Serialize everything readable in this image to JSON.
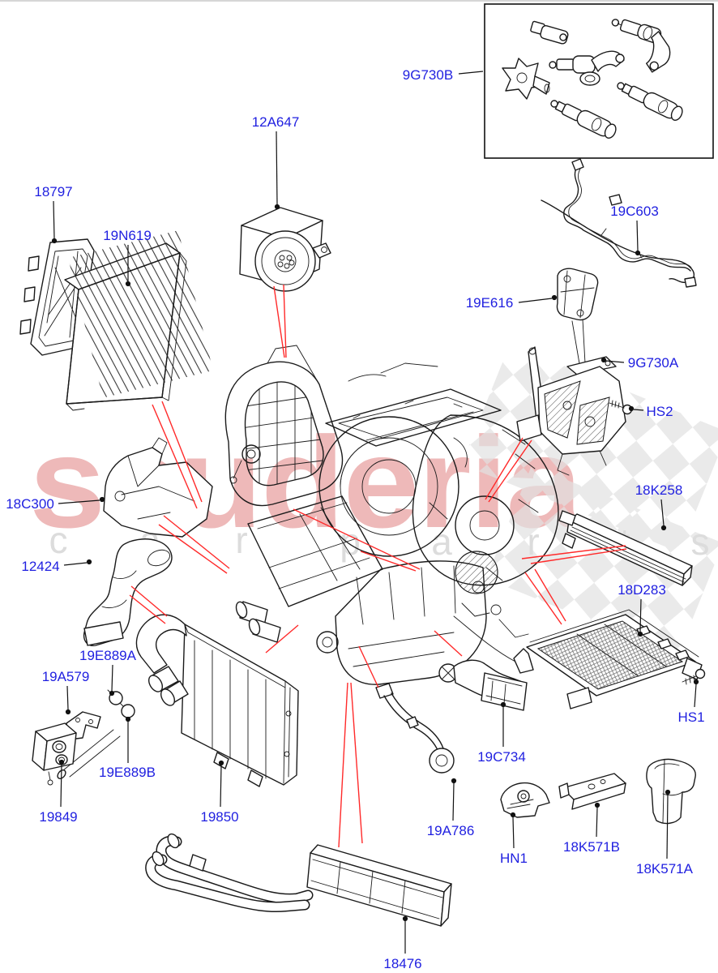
{
  "diagram": {
    "figure_type": "exploded-parts-diagram",
    "callouts": [
      {
        "part": "9G730B"
      },
      {
        "part": "12A647"
      },
      {
        "part": "18797"
      },
      {
        "part": "19N619"
      },
      {
        "part": "19C603"
      },
      {
        "part": "19E616"
      },
      {
        "part": "9G730A"
      },
      {
        "part": "HS2"
      },
      {
        "part": "18K258"
      },
      {
        "part": "18C300"
      },
      {
        "part": "12424"
      },
      {
        "part": "18D283"
      },
      {
        "part": "19E889A"
      },
      {
        "part": "19A579"
      },
      {
        "part": "19E889B"
      },
      {
        "part": "19849"
      },
      {
        "part": "19850"
      },
      {
        "part": "HS1"
      },
      {
        "part": "19C734"
      },
      {
        "part": "19A786"
      },
      {
        "part": "HN1"
      },
      {
        "part": "18K571B"
      },
      {
        "part": "18K571A"
      },
      {
        "part": "18476"
      }
    ],
    "watermark": {
      "brand": "scuderia",
      "letters": [
        "c",
        "a",
        "r",
        "p",
        "a",
        "r",
        "t",
        "s"
      ]
    },
    "colors": {
      "callout_blue": "#1f1fe0",
      "leader_red": "#ff2a2a",
      "lineart": "#1a1a1a",
      "watermark_pink": "#d95b5b",
      "watermark_gray": "#dcdcdc",
      "checker_gray": "#e2e2e2"
    }
  }
}
